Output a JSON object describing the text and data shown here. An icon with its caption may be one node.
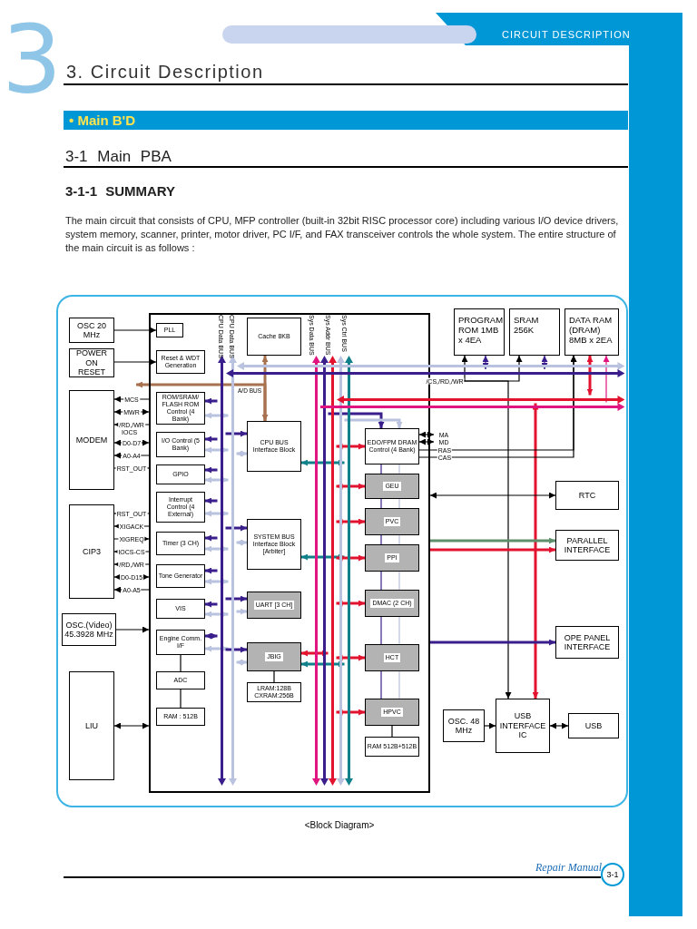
{
  "diagram": {
    "title": "3. Circuit Description",
    "caption": "<Block Diagram>",
    "nodes": [
      {
        "text": [
          "OSC 20 MHz"
        ]
      },
      {
        "text": [
          "POWER ON RESET"
        ]
      },
      {
        "text": [
          "MODEM"
        ]
      },
      {
        "text": [
          "CIP3"
        ]
      },
      {
        "text": [
          "OSC.(Video) 45.3928 MHz"
        ]
      },
      {
        "text": [
          "LIU"
        ]
      },
      {
        "text": [],
        "shape": "box"
      },
      {
        "text": [
          "PLL"
        ],
        "in": 6
      },
      {
        "text": [
          "Reset & WDT Generation"
        ],
        "in": 6
      },
      {
        "text": [
          "Cache 8KB"
        ],
        "in": 6
      },
      {
        "text": [
          "ROM/SRAM/ FLASH ROM Control (4 Bank)"
        ],
        "in": 6
      },
      {
        "text": [
          "I/O Control (5 Bank)"
        ],
        "in": 6
      },
      {
        "text": [
          "GPIO"
        ],
        "in": 6
      },
      {
        "text": [
          "Interrupt Control (4 External)"
        ],
        "in": 6
      },
      {
        "text": [
          "Timer (3 CH)"
        ],
        "in": 6
      },
      {
        "text": [
          "Tone Generator"
        ],
        "in": 6
      },
      {
        "text": [
          "VIS"
        ],
        "in": 6
      },
      {
        "text": [
          "Engine Comm. I/F"
        ],
        "in": 6
      },
      {
        "text": [
          "ADC"
        ],
        "in": 6
      },
      {
        "text": [
          "RAM : 512B"
        ],
        "in": 6
      },
      {
        "text": [
          "CPU BUS Interface Block"
        ],
        "in": 6
      },
      {
        "text": [
          "SYSTEM BUS Interface Block [Arbiter]"
        ],
        "in": 6
      },
      {
        "text": [
          "UART [3 CH]"
        ],
        "in": 6
      },
      {
        "text": [
          "JBIG"
        ],
        "in": 6
      },
      {
        "text": [
          "LRAM:128B CXRAM:256B"
        ],
        "in": 6
      },
      {
        "text": [
          "EDO/FPM DRAM Control (4 Bank)"
        ],
        "in": 6
      },
      {
        "text": [
          "GEU"
        ],
        "in": 6
      },
      {
        "text": [
          "PVC"
        ],
        "in": 6
      },
      {
        "text": [
          "PPI"
        ],
        "in": 6
      },
      {
        "text": [
          "DMAC (2 CH)"
        ],
        "in": 6
      },
      {
        "text": [
          "HCT"
        ],
        "in": 6
      },
      {
        "text": [
          "HPVC"
        ],
        "in": 6
      },
      {
        "text": [
          "RAM 512B+512B"
        ],
        "in": 6
      },
      {
        "text": [
          "PROGRAM ROM 1MB x 4EA"
        ]
      },
      {
        "text": [
          "SRAM 256K"
        ]
      },
      {
        "text": [
          "DATA RAM (DRAM) 8MB x 2EA"
        ]
      },
      {
        "text": [
          "RTC"
        ]
      },
      {
        "text": [
          "PARALLEL INTERFACE"
        ]
      },
      {
        "text": [
          "OPE PANEL INTERFACE"
        ]
      },
      {
        "text": [
          "USB INTERFACE IC"
        ]
      },
      {
        "text": [
          "OSC. 48 MHz"
        ]
      },
      {
        "text": [
          "USB"
        ]
      },
      {
        "text": [],
        "shape": "bar",
        "in": 6
      },
      {
        "text": [],
        "shape": "bar",
        "in": 6
      },
      {
        "text": [],
        "shape": "bar",
        "in": 6
      },
      {
        "text": [],
        "shape": "bar",
        "in": 6
      },
      {
        "text": [],
        "shape": "bar",
        "in": 6
      },
      {
        "text": [],
        "shape": "bar",
        "in": 6
      },
      {
        "text": [],
        "shape": "bar",
        "in": 6
      },
      {
        "text": [],
        "shape": "bar"
      },
      {
        "text": [],
        "shape": "bar"
      },
      {
        "text": [],
        "shape": "bar"
      },
      {
        "text": [],
        "shape": "bar"
      }
    ],
    "edges": [
      {
        "from": 0,
        "to": 7,
        "arrow": "to"
      },
      {
        "from": 1,
        "to": 8,
        "arrow": "to"
      },
      {
        "from": 6,
        "to": 2,
        "arrow": "to",
        "label": "MCS"
      },
      {
        "from": 2,
        "to": 6,
        "arrow": "both",
        "label": "MWR"
      },
      {
        "from": 6,
        "to": 2,
        "arrow": "to",
        "label": "/RD,/WR"
      },
      {
        "from": 2,
        "to": 6,
        "arrow": "both",
        "label": "D0-D7"
      },
      {
        "from": 6,
        "to": 2,
        "arrow": "to",
        "label": "A0-A4"
      },
      {
        "from": 2,
        "to": 6,
        "arrow": "to",
        "label": "RST_OUT"
      },
      {
        "from": 6,
        "to": 3,
        "arrow": "to",
        "label": "RST_OUT"
      },
      {
        "from": 6,
        "to": 3,
        "arrow": "to",
        "label": "XIGACK"
      },
      {
        "from": 3,
        "to": 6,
        "arrow": "to",
        "label": "XIGREQ"
      },
      {
        "from": 6,
        "to": 3,
        "arrow": "to",
        "label": "IOCS-CS"
      },
      {
        "from": 6,
        "to": 3,
        "arrow": "to",
        "label": "/RD,/WR"
      },
      {
        "from": 3,
        "to": 6,
        "arrow": "both",
        "label": "D0-D15"
      },
      {
        "from": 6,
        "to": 3,
        "arrow": "to",
        "label": "A0-A5"
      },
      {
        "from": 4,
        "to": 6,
        "arrow": "to"
      },
      {
        "from": 5,
        "to": 6,
        "arrow": "both"
      },
      {
        "from": 9,
        "to": 20,
        "arrow": "both",
        "style": "thick",
        "color": "#a8714f"
      },
      {
        "from": 6,
        "to": 33,
        "arrow": "to",
        "label": "/CS,/RD,/WR"
      },
      {
        "from": 6,
        "to": 34,
        "arrow": "to"
      },
      {
        "from": 6,
        "to": 39,
        "arrow": "to"
      },
      {
        "from": 50,
        "to": 33,
        "arrow": "both",
        "color": "#3a1f8c"
      },
      {
        "from": 50,
        "to": 34,
        "arrow": "both",
        "color": "#3a1f8c"
      },
      {
        "from": 51,
        "to": 35,
        "arrow": "both",
        "style": "thick",
        "color": "#e2132f"
      },
      {
        "from": 52,
        "to": 35,
        "arrow": "to",
        "color": "#e0157f"
      },
      {
        "from": 51,
        "to": 39,
        "arrow": "both",
        "style": "thick",
        "color": "#e2132f"
      },
      {
        "from": 25,
        "to": 35,
        "arrow": "to",
        "label": "RAS"
      },
      {
        "from": 25,
        "to": 35,
        "arrow": "to",
        "label": "CAS"
      },
      {
        "from": 25,
        "to": null,
        "arrow": "both",
        "label": "MA"
      },
      {
        "from": 25,
        "to": null,
        "arrow": "both",
        "label": "MD"
      },
      {
        "from": 6,
        "to": 36,
        "arrow": "both"
      },
      {
        "from": 6,
        "to": 37,
        "arrow": "to",
        "style": "thick",
        "color": "#5d8f6b"
      },
      {
        "from": 6,
        "to": 37,
        "arrow": "to",
        "style": "thick",
        "color": "#e2132f"
      },
      {
        "from": 6,
        "to": 38,
        "arrow": "to",
        "style": "thick",
        "color": "#3a1f8c"
      },
      {
        "from": 40,
        "to": 39,
        "arrow": "to"
      },
      {
        "from": 39,
        "to": 41,
        "arrow": "both"
      },
      {
        "from": 42,
        "to": 10,
        "arrow": "to",
        "style": "thick",
        "color": "#3a1f8c"
      },
      {
        "from": 42,
        "to": 11,
        "arrow": "to",
        "style": "thick",
        "color": "#3a1f8c"
      },
      {
        "from": 42,
        "to": 12,
        "arrow": "to",
        "style": "thick",
        "color": "#3a1f8c"
      },
      {
        "from": 42,
        "to": 13,
        "arrow": "to",
        "style": "thick",
        "color": "#3a1f8c"
      },
      {
        "from": 42,
        "to": 14,
        "arrow": "to",
        "style": "thick",
        "color": "#3a1f8c"
      },
      {
        "from": 42,
        "to": 15,
        "arrow": "to",
        "style": "thick",
        "color": "#3a1f8c"
      },
      {
        "from": 42,
        "to": 16,
        "arrow": "to",
        "style": "thick",
        "color": "#3a1f8c"
      },
      {
        "from": 42,
        "to": 17,
        "arrow": "both",
        "style": "thick",
        "color": "#3a1f8c"
      },
      {
        "from": 43,
        "to": 10,
        "arrow": "both",
        "style": "thick",
        "color": "#b9c2de"
      },
      {
        "from": 43,
        "to": 11,
        "arrow": "both",
        "style": "thick",
        "color": "#b9c2de"
      },
      {
        "from": 43,
        "to": 12,
        "arrow": "both",
        "style": "thick",
        "color": "#b9c2de"
      },
      {
        "from": 43,
        "to": 13,
        "arrow": "both",
        "style": "thick",
        "color": "#b9c2de"
      },
      {
        "from": 43,
        "to": 14,
        "arrow": "both",
        "style": "thick",
        "color": "#b9c2de"
      },
      {
        "from": 43,
        "to": 15,
        "arrow": "both",
        "style": "thick",
        "color": "#b9c2de"
      },
      {
        "from": 43,
        "to": 16,
        "arrow": "both",
        "style": "thick",
        "color": "#b9c2de"
      },
      {
        "from": 43,
        "to": 17,
        "arrow": "both",
        "style": "thick",
        "color": "#b9c2de"
      },
      {
        "from": 42,
        "to": 20,
        "arrow": "to",
        "style": "thick",
        "color": "#3a1f8c"
      },
      {
        "from": 43,
        "to": 20,
        "arrow": "both",
        "style": "thick",
        "color": "#b9c2de"
      },
      {
        "from": 42,
        "to": 21,
        "arrow": "to",
        "style": "thick",
        "color": "#3a1f8c"
      },
      {
        "from": 43,
        "to": 21,
        "arrow": "both",
        "style": "thick",
        "color": "#b9c2de"
      },
      {
        "from": 42,
        "to": 22,
        "arrow": "to",
        "style": "thick",
        "color": "#3a1f8c"
      },
      {
        "from": 43,
        "to": 22,
        "arrow": "to",
        "style": "thick",
        "color": "#b9c2de"
      },
      {
        "from": 42,
        "to": 23,
        "arrow": "to",
        "style": "thick",
        "color": "#3a1f8c"
      },
      {
        "from": 43,
        "to": 23,
        "arrow": "both",
        "style": "thick",
        "color": "#b9c2de"
      },
      {
        "from": 20,
        "to": 48,
        "arrow": "both",
        "style": "thick",
        "color": "#10808a"
      },
      {
        "from": 21,
        "to": 48,
        "arrow": "both",
        "style": "thick",
        "color": "#10808a"
      },
      {
        "from": 23,
        "to": 46,
        "arrow": "both",
        "style": "thick",
        "color": "#e2132f"
      },
      {
        "from": 23,
        "to": 48,
        "arrow": "both",
        "style": "thick",
        "color": "#10808a"
      },
      {
        "from": 46,
        "to": 25,
        "arrow": "both",
        "style": "thick",
        "color": "#e2132f"
      },
      {
        "from": 46,
        "to": 26,
        "arrow": "both",
        "style": "thick",
        "color": "#e2132f"
      },
      {
        "from": 46,
        "to": 27,
        "arrow": "both",
        "style": "thick",
        "color": "#e2132f"
      },
      {
        "from": 46,
        "to": 28,
        "arrow": "both",
        "style": "thick",
        "color": "#e2132f"
      },
      {
        "from": 46,
        "to": 29,
        "arrow": "both",
        "style": "thick",
        "color": "#e2132f"
      },
      {
        "from": 46,
        "to": 30,
        "arrow": "both",
        "style": "thick",
        "color": "#e2132f"
      },
      {
        "from": 46,
        "to": 31,
        "arrow": "both",
        "style": "thick",
        "color": "#e2132f"
      },
      {
        "from": 45,
        "to": 25,
        "arrow": "to",
        "style": "thick",
        "color": "#3a1f8c"
      },
      {
        "from": 47,
        "to": 25,
        "arrow": "to",
        "style": "thick",
        "color": "#b9c2de"
      },
      {
        "from": 17,
        "to": 18,
        "arrow": "none"
      },
      {
        "from": 18,
        "to": 19,
        "arrow": "none"
      },
      {
        "from": 23,
        "to": 24,
        "arrow": "none"
      },
      {
        "from": 31,
        "to": 32,
        "arrow": "none"
      },
      {
        "from": 20,
        "to": null,
        "arrow": "to",
        "style": "thick",
        "color": "#a8714f"
      },
      {
        "from": 25,
        "to": 26,
        "arrow": "none",
        "color": "#3a1f8c"
      },
      {
        "from": 26,
        "to": 27,
        "arrow": "none",
        "color": "#3a1f8c"
      },
      {
        "from": 27,
        "to": 28,
        "arrow": "none",
        "color": "#3a1f8c"
      },
      {
        "from": 28,
        "to": 29,
        "arrow": "none",
        "color": "#3a1f8c"
      },
      {
        "from": 29,
        "to": 30,
        "arrow": "none",
        "color": "#3a1f8c"
      },
      {
        "from": 30,
        "to": 31,
        "arrow": "none",
        "color": "#3a1f8c"
      },
      {
        "from": 25,
        "to": 26,
        "arrow": "none",
        "color": "#b9c2de"
      },
      {
        "from": 26,
        "to": 27,
        "arrow": "none",
        "color": "#b9c2de"
      },
      {
        "from": 27,
        "to": 28,
        "arrow": "none",
        "color": "#b9c2de"
      },
      {
        "from": 28,
        "to": 29,
        "arrow": "none",
        "color": "#b9c2de"
      },
      {
        "from": 29,
        "to": 30,
        "arrow": "none",
        "color": "#b9c2de"
      },
      {
        "from": 30,
        "to": 31,
        "arrow": "none",
        "color": "#b9c2de"
      }
    ],
    "labels": [
      "3",
      "CIRCUIT DESCRIPTION",
      "• Main B'D",
      "3-1 Main PBA",
      "3-1-1 SUMMARY",
      "The main circuit that consists of CPU, MFP controller (built-in 32bit RISC processor core) including various I/O device drivers, system memory, scanner, printer, motor driver, PC I/F, and FAX transceiver controls the whole system. The entire structure of the main circuit is as follows :",
      "CPU Data BUS",
      "CPU Data BUS",
      "Sys Data BUS",
      "Sys Addr BUS",
      "Sys Ctrl BUS",
      "A/D BUS",
      "IOCS",
      "Repair Manual",
      "3-1"
    ]
  }
}
